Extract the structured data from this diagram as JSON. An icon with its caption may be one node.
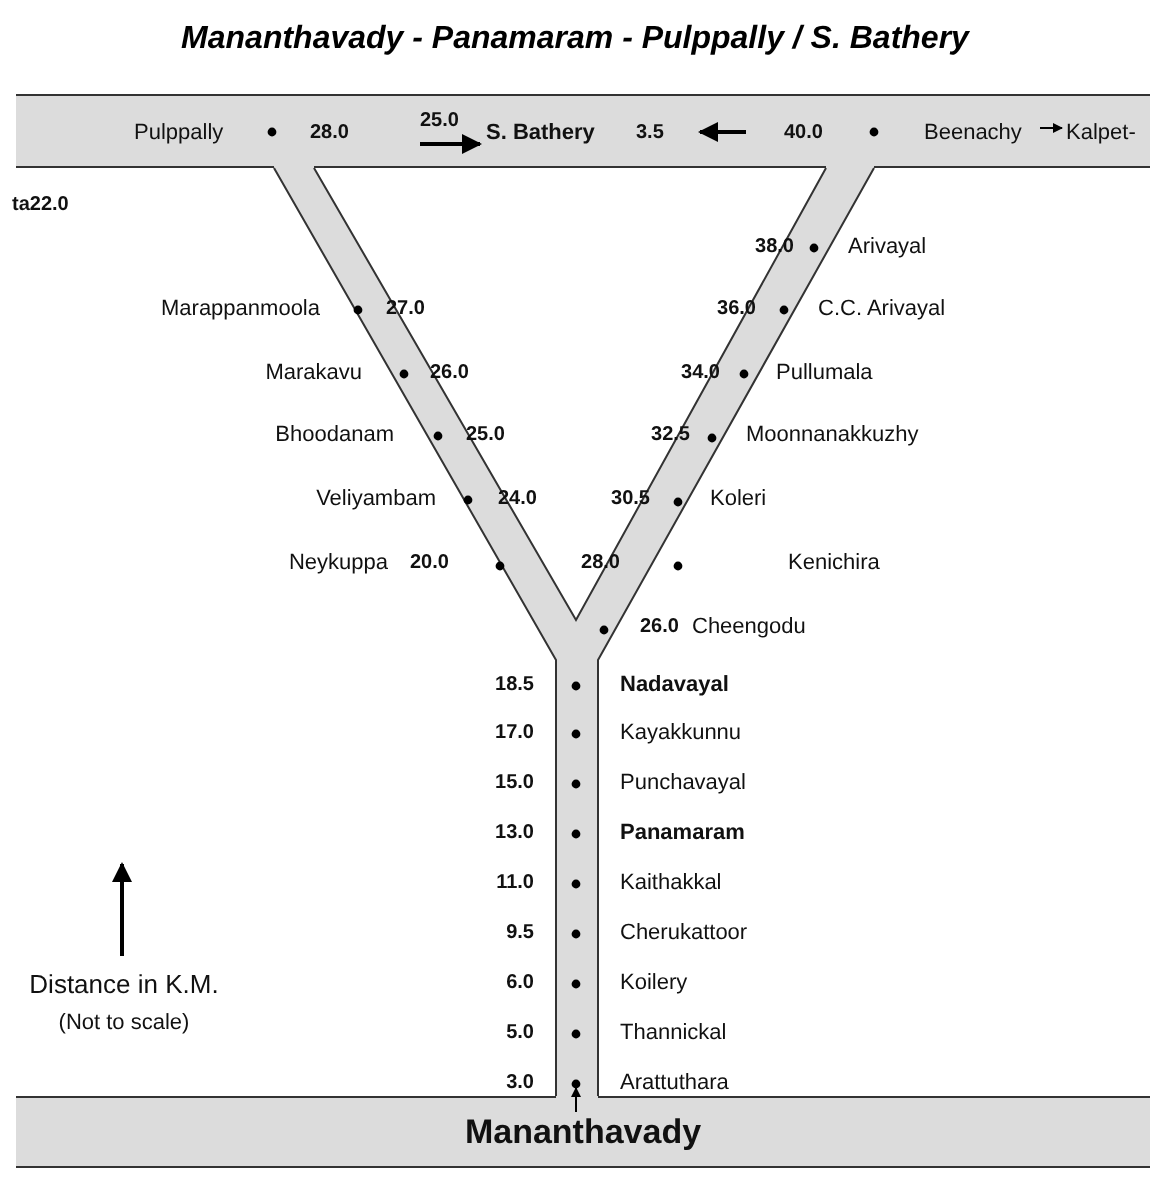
{
  "diagram": {
    "title": "Mananthavady - Panamaram - Pulppally / S. Bathery",
    "nodes": [
      {
        "text": [
          "Pulppally",
          "28.0",
          "25.0",
          "S. Bathery",
          "3.5",
          "40.0",
          "Beenachy",
          "Kalpet-"
        ]
      },
      {
        "text": [
          "Mananthavady"
        ]
      },
      {
        "text": [],
        "shape": "road"
      }
    ],
    "labels": [
      "ta22.0",
      "38.0",
      "Arivayal",
      "Marappanmoola",
      "27.0",
      "36.0",
      "C.C. Arivayal",
      "Marakavu",
      "26.0",
      "34.0",
      "Pullumala",
      "Bhoodanam",
      "25.0",
      "32.5",
      "Moonnanakkuzhy",
      "Veliyambam",
      "24.0",
      "30.5",
      "Koleri",
      "Neykuppa",
      "20.0",
      "28.0",
      "Kenichira",
      "26.0",
      "Cheengodu",
      "18.5",
      "Nadavayal",
      "17.0",
      "Kayakkunnu",
      "15.0",
      "Punchavayal",
      "13.0",
      "Panamaram",
      "11.0",
      "Kaithakkal",
      "9.5",
      "Cherukattoor",
      "6.0",
      "Koilery",
      "5.0",
      "Thannickal",
      "3.0",
      "Arattuthara",
      "Distance in K.M.",
      "(Not to scale)"
    ]
  }
}
